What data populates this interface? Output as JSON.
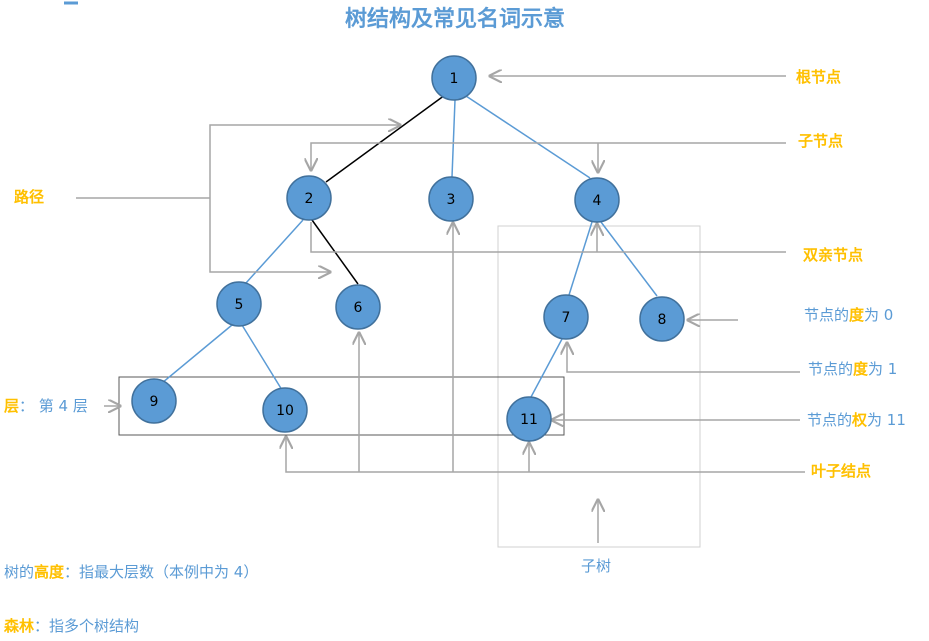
{
  "title": "树结构及常见名词示意",
  "nodes": {
    "n1": "1",
    "n2": "2",
    "n3": "3",
    "n4": "4",
    "n5": "5",
    "n6": "6",
    "n7": "7",
    "n8": "8",
    "n9": "9",
    "n10": "10",
    "n11": "11"
  },
  "labels": {
    "root": "根节点",
    "child": "子节点",
    "parent": "双亲节点",
    "path": "路径",
    "leaf": "叶子结点",
    "subtree": "子树",
    "degree0": {
      "pre": "节点的",
      "key": "度",
      "post": "为 0"
    },
    "degree1": {
      "pre": "节点的",
      "key": "度",
      "post": "为 1"
    },
    "weight": {
      "pre": "节点的",
      "key": "权",
      "post": "为 11"
    },
    "level": {
      "key": "层",
      "rest": "：  第 4 层"
    },
    "height": {
      "pre": "树的",
      "key": "高度",
      "post": "：指最大层数（本例中为 4）"
    },
    "forest": {
      "key": "森林",
      "post": "：指多个树结构"
    }
  },
  "colors": {
    "node_fill": "#5b9bd5",
    "accent_gold": "#ffc000",
    "text_blue": "#5b9bd5",
    "guide_gray": "#a6a6a6"
  }
}
